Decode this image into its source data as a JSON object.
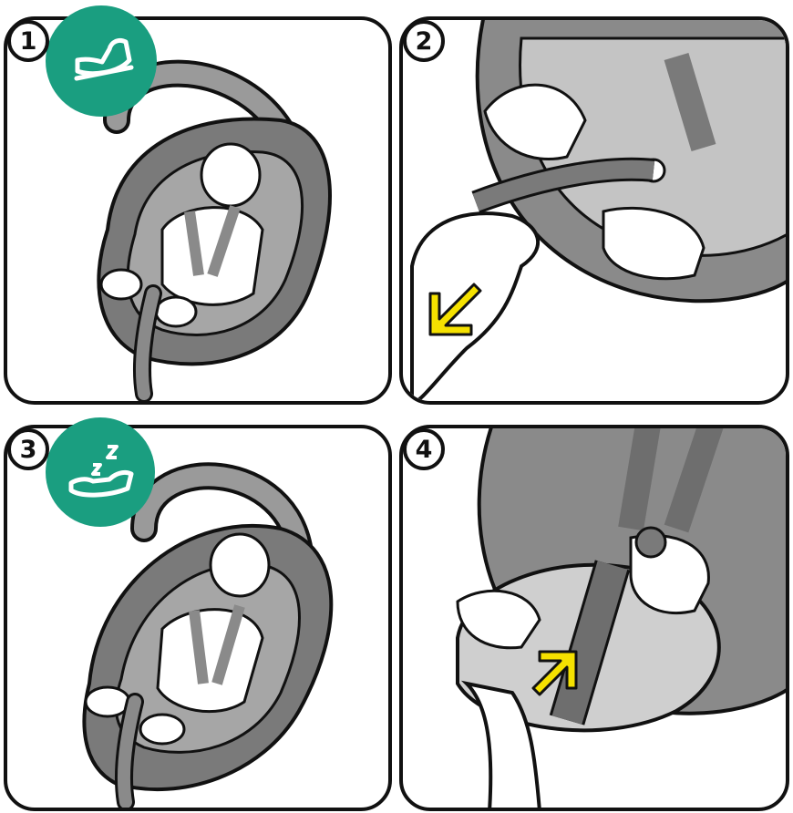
{
  "steps": [
    {
      "number": "1",
      "icon": "car-seat-upright-icon",
      "arrow": null
    },
    {
      "number": "2",
      "icon": null,
      "arrow": "down-left"
    },
    {
      "number": "3",
      "icon": "car-seat-recline-sleep-icon",
      "arrow": null
    },
    {
      "number": "4",
      "icon": null,
      "arrow": "up-right"
    }
  ],
  "colors": {
    "badge": "#1a9e80",
    "arrow": "#f5e100",
    "outline": "#111111",
    "shell_dark": "#7a7a7a",
    "shell_mid": "#a6a6a6",
    "shell_light": "#cfcfcf"
  }
}
